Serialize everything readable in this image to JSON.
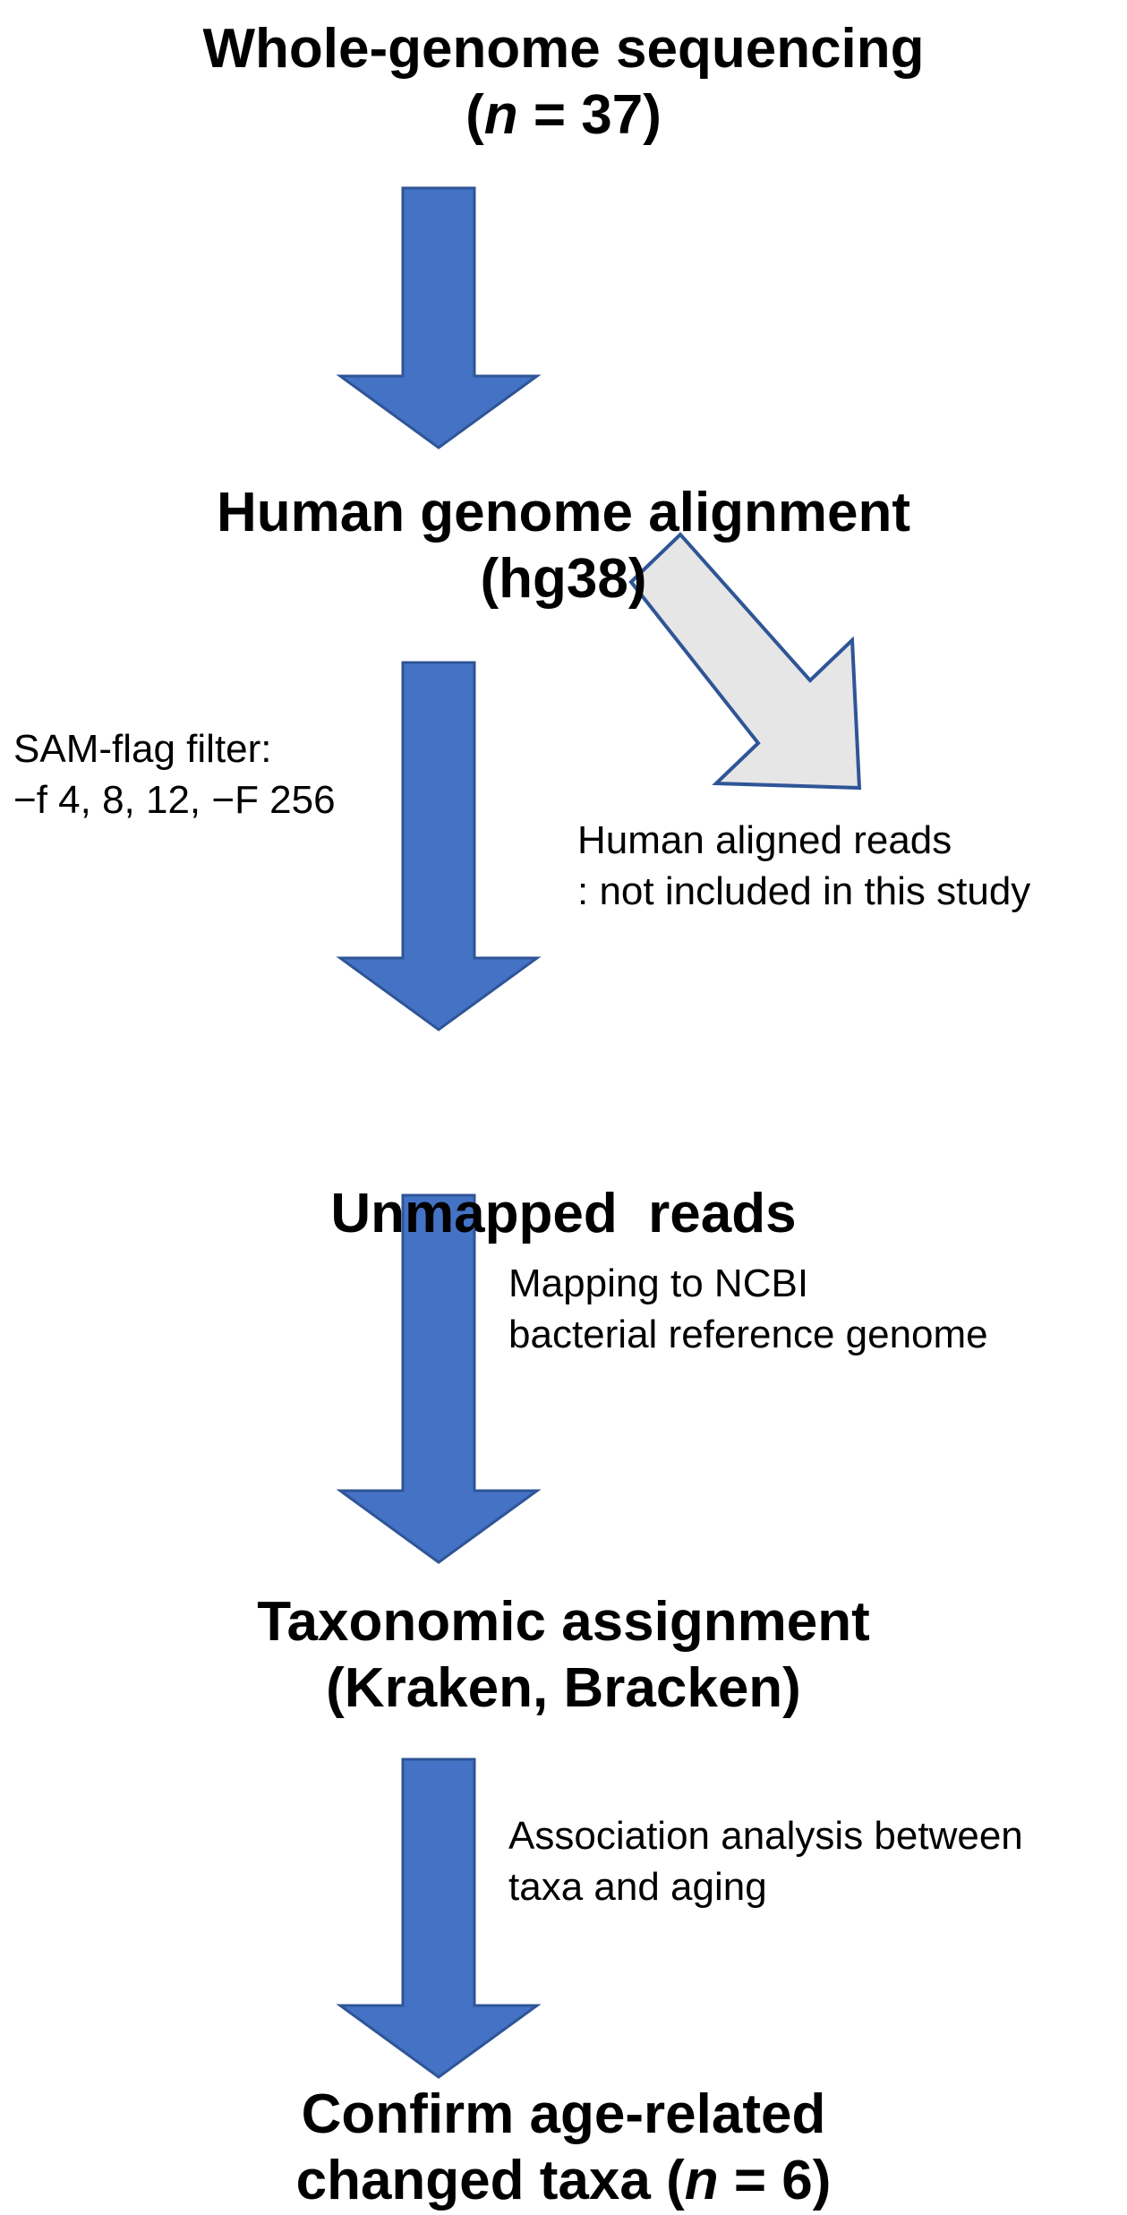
{
  "colors": {
    "arrow_fill": "#4472C4",
    "arrow_stroke": "#2F5597",
    "side_arrow_fill": "#E6E6E6",
    "side_arrow_stroke": "#2F5597",
    "text": "#000000"
  },
  "steps": [
    {
      "line1": "Whole-genome sequencing",
      "line2_open": "(",
      "line2_italic": "n",
      "line2_close": " = 37)"
    },
    {
      "line1": "Human genome alignment",
      "line2": "(hg38)"
    },
    {
      "line1": "Unmapped  reads"
    },
    {
      "line1": "Taxonomic assignment",
      "line2": "(Kraken, Bracken)"
    },
    {
      "line1": "Confirm age-related",
      "line2_open": "changed taxa (",
      "line2_italic": "n",
      "line2_close": " = 6)"
    }
  ],
  "annotations": {
    "sam_filter": {
      "line1": "SAM-flag filter:",
      "line2": "−f 4, 8, 12, −F 256"
    },
    "human_reads": {
      "line1": "Human aligned reads",
      "line2": ": not included in this study"
    },
    "ncbi_mapping": {
      "line1": "Mapping to NCBI",
      "line2": "bacterial reference genome"
    },
    "association": {
      "line1": "Association analysis between",
      "line2": "taxa and aging"
    }
  }
}
